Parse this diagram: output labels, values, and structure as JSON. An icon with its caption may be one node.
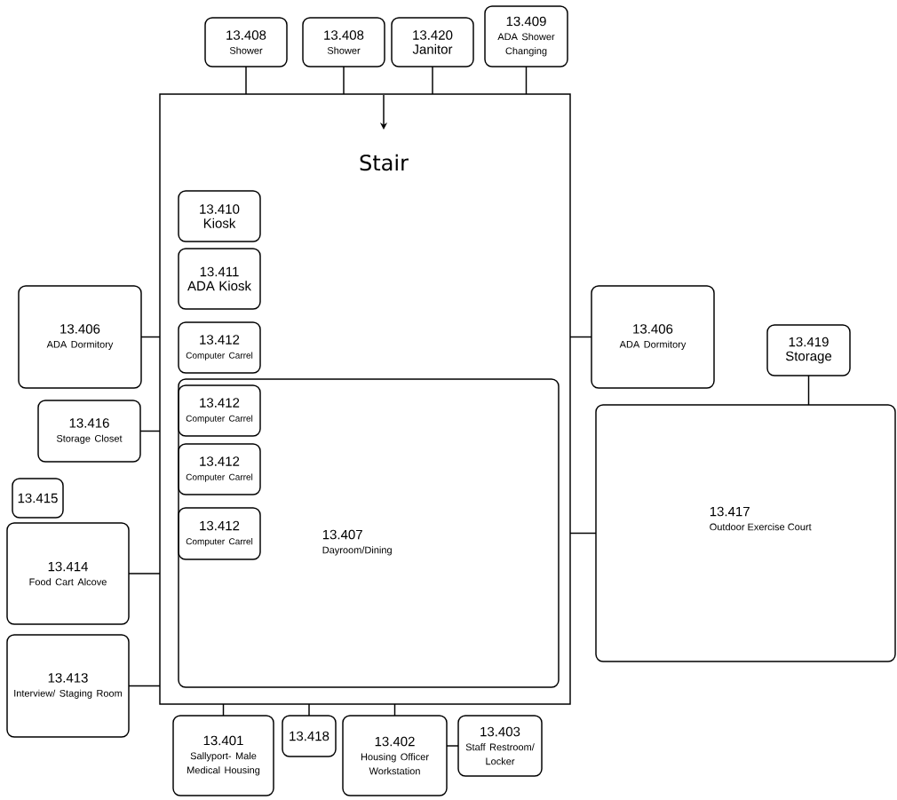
{
  "diagram": {
    "nodes": [
      {
        "text": [
          "Stair"
        ]
      },
      {
        "text": [
          "13.408",
          "Shower"
        ]
      },
      {
        "text": [
          "13.408",
          "Shower"
        ]
      },
      {
        "text": [
          "13.420",
          "Janitor"
        ]
      },
      {
        "text": [
          "13.409",
          "ADA Shower Changing"
        ]
      },
      {
        "text": [
          "13.410",
          "Kiosk"
        ],
        "in": 0
      },
      {
        "text": [
          "13.411",
          "ADA Kiosk"
        ],
        "in": 0
      },
      {
        "text": [
          "13.406",
          "ADA Dormitory"
        ]
      },
      {
        "text": [
          "13.412",
          "Computer Carrel"
        ],
        "in": 0
      },
      {
        "text": [
          "13.406",
          "ADA Dormitory"
        ]
      },
      {
        "text": [
          "13.419",
          "Storage"
        ]
      },
      {
        "text": [
          "13.407",
          "Dayroom/Dining"
        ],
        "in": 0
      },
      {
        "text": [
          "13.412",
          "Computer Carrel"
        ],
        "in": 11
      },
      {
        "text": [
          "13.412",
          "Computer Carrel"
        ],
        "in": 11
      },
      {
        "text": [
          "13.412",
          "Computer Carrel"
        ],
        "in": 11
      },
      {
        "text": [
          "13.416",
          "Storage Closet"
        ]
      },
      {
        "text": [
          "13.415"
        ]
      },
      {
        "text": [
          "13.414",
          "Food Cart Alcove"
        ]
      },
      {
        "text": [
          "13.417",
          "Outdoor Exercise Court"
        ]
      },
      {
        "text": [
          "13.413",
          "Interview/ Staging Room"
        ]
      },
      {
        "text": [
          "13.401",
          "Sallyport- Male Medical Housing"
        ]
      },
      {
        "text": [
          "13.418"
        ]
      },
      {
        "text": [
          "13.402",
          "Housing Officer Workstation"
        ]
      },
      {
        "text": [
          "13.403",
          "Staff Restroom/ Locker"
        ]
      }
    ],
    "edges": [
      {
        "from": 1,
        "to": 0,
        "arrow": "none"
      },
      {
        "from": 2,
        "to": 0,
        "arrow": "none"
      },
      {
        "from": 3,
        "to": 0,
        "arrow": "none"
      },
      {
        "from": 4,
        "to": 0,
        "arrow": "none"
      },
      {
        "from": 7,
        "to": 0,
        "arrow": "none"
      },
      {
        "from": 0,
        "to": 9,
        "arrow": "none"
      },
      {
        "from": 10,
        "to": 18,
        "arrow": "none"
      },
      {
        "from": 15,
        "to": 0,
        "arrow": "none"
      },
      {
        "from": 0,
        "to": 18,
        "arrow": "none"
      },
      {
        "from": 17,
        "to": 0,
        "arrow": "none"
      },
      {
        "from": 19,
        "to": 0,
        "arrow": "none"
      },
      {
        "from": 0,
        "to": 20,
        "arrow": "none"
      },
      {
        "from": 0,
        "to": 21,
        "arrow": "none"
      },
      {
        "from": 0,
        "to": 22,
        "arrow": "none"
      },
      {
        "from": 22,
        "to": 23,
        "arrow": "none"
      }
    ]
  }
}
